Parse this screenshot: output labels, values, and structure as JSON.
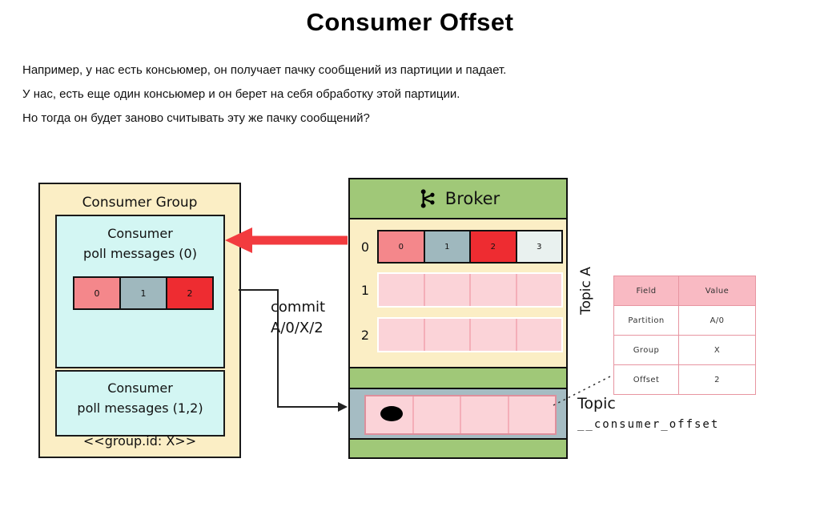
{
  "title": "Consumer Offset",
  "intro": {
    "line1": "Например, у нас есть консьюмер, он получает пачку сообщений из партиции и падает.",
    "line2": "У нас, есть еще один консьюмер и он берет на себя обработку этой партиции.",
    "line3": "Но тогда он будет заново считывать эту же пачку сообщений?"
  },
  "consumer_group": {
    "title": "Consumer Group",
    "consumer1": {
      "name": "Consumer",
      "subtitle": "poll messages (0)",
      "cells": [
        "0",
        "1",
        "2"
      ]
    },
    "consumer2": {
      "name": "Consumer",
      "subtitle": "poll messages (1,2)"
    },
    "group_id": "<<group.id: X>>"
  },
  "broker": {
    "title": "Broker",
    "topic_label": "Topic A",
    "partitions": [
      {
        "label": "0",
        "cells": [
          "0",
          "1",
          "2",
          "3"
        ]
      },
      {
        "label": "1"
      },
      {
        "label": "2"
      }
    ]
  },
  "commit": {
    "line1": "commit",
    "line2": "A/0/X/2"
  },
  "offset_table": {
    "headers": [
      "Field",
      "Value"
    ],
    "rows": [
      [
        "Partition",
        "A/0"
      ],
      [
        "Group",
        "X"
      ],
      [
        "Offset",
        "2"
      ]
    ]
  },
  "offset_topic": {
    "line1": "Topic",
    "line2": "__consumer_offset"
  },
  "colors": {
    "cream": "#FBEEC5",
    "cyan": "#D3F6F3",
    "salmon": "#F4878B",
    "gray_blue": "#9FB8BE",
    "red_cell": "#EE2C31",
    "pale_cell": "#E9F1EF",
    "pink_cell": "#FBD3D8",
    "green": "#A0C878",
    "gray_band": "#A5BCC3",
    "table_header_pink": "#F9BAC3",
    "arrow_red": "#F23B3F"
  }
}
